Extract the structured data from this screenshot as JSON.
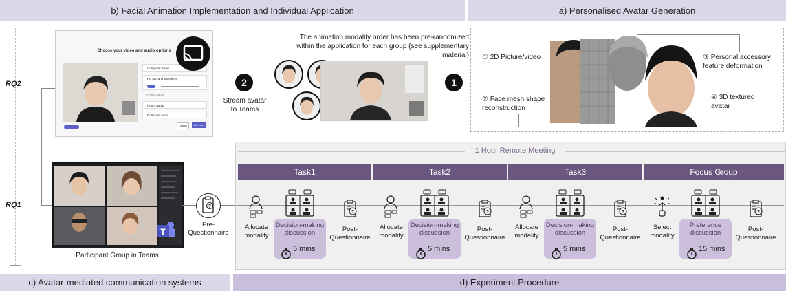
{
  "headers": {
    "b": "b) Facial Animation Implementation and Individual Application",
    "a": "a) Personalised Avatar Generation",
    "c": "c) Avatar-mediated communication systems",
    "d": "d) Experiment Procedure"
  },
  "rq": {
    "rq2": "RQ2",
    "rq1": "RQ1"
  },
  "teams_dialog": {
    "heading": "Choose your video and audio options",
    "computer_audio": "Computer audio",
    "speakers": "PC Mic and Speakers",
    "phone_audio": "Phone audio",
    "room_audio": "Room audio",
    "dont_use_audio": "Don't use audio",
    "cancel": "Cancel",
    "join_now": "Join now"
  },
  "step2": {
    "num": "2",
    "label_line1": "Stream avatar",
    "label_line2": "to Teams"
  },
  "step1": {
    "num": "1"
  },
  "modality_note": {
    "line1": "The animation modality order has been pre-randomized",
    "line2": "within the application for each group (see supplementary",
    "line3": "material)"
  },
  "avatar_gen": {
    "l1": "① 2D Picture/video",
    "l2a": "② Face mesh shape",
    "l2b": "reconstruction",
    "l3a": "③ Personal accessory",
    "l3b": "feature deformation",
    "l4a": "④ 3D textured",
    "l4b": "avatar"
  },
  "meeting": {
    "title": "1 Hour Remote Meeting"
  },
  "tasks": [
    {
      "name": "Task1",
      "first": "Allocate\nmodality",
      "pill": "Decision-making\ndiscussion",
      "time": "5 mins",
      "post": "Post-\nQuestionnaire"
    },
    {
      "name": "Task2",
      "first": "Allocate\nmodality",
      "pill": "Decision-making\ndiscussion",
      "time": "5 mins",
      "post": "Post-\nQuestionnaire"
    },
    {
      "name": "Task3",
      "first": "Allocate\nmodality",
      "pill": "Decision-making\ndiscussion",
      "time": "5 mins",
      "post": "Post-\nQuestionnaire"
    },
    {
      "name": "Focus Group",
      "first": "Select\nmodality",
      "pill": "Preference\ndiscussion",
      "time": "15 mins",
      "post": "Post-\nQuestionnaire"
    }
  ],
  "pre_q": {
    "line1": "Pre-",
    "line2": "Questionnaire"
  },
  "teams_caption": "Participant Group in Teams",
  "colors": {
    "header": "#dcd7e8",
    "task_bar": "#6a567e",
    "pill": "#cbbfdc"
  }
}
